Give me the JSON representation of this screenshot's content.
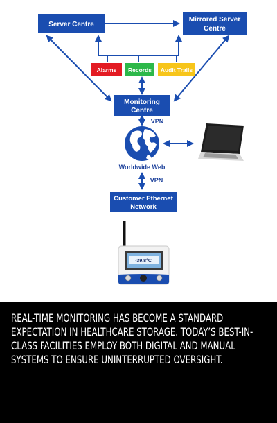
{
  "colors": {
    "node_blue": "#1a4db0",
    "arrow_blue": "#1a4db0",
    "alarms_red": "#e31b23",
    "records_green": "#2db84a",
    "audit_yellow": "#f7c51a",
    "caption_bg": "#000000",
    "caption_text": "#ffffff"
  },
  "nodes": {
    "server_centre": "Server Centre",
    "mirrored_line1": "Mirrored Server",
    "mirrored_line2": "Centre",
    "alarms": "Alarms",
    "records": "Records",
    "audit_trails": "Audit Trails",
    "monitoring_line1": "Monitoring",
    "monitoring_line2": "Centre",
    "customer_line1": "Customer Ethernet",
    "customer_line2": "Network"
  },
  "labels": {
    "vpn_top": "VPN",
    "worldwide_web": "Worldwide Web",
    "vpn_bottom": "VPN"
  },
  "device": {
    "display_reading": "-39.8°C"
  },
  "icons": [
    "globe-icon",
    "laptop-icon",
    "monitoring-device-icon"
  ],
  "caption": {
    "text": "Real-time monitoring has become a standard expectation in healthcare storage. Today’s best-in-class facilities employ both digital and manual systems to ensure uninterrupted oversight."
  }
}
